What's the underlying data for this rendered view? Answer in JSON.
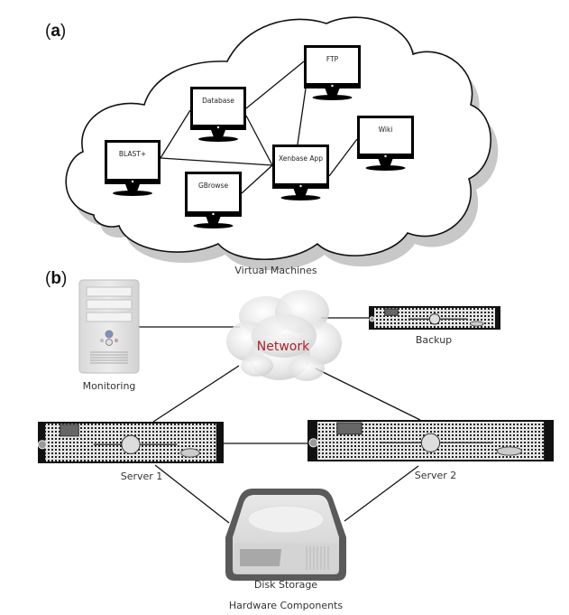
{
  "panels": {
    "a": {
      "label_open": "(",
      "label_letter": "a",
      "label_close": ")",
      "caption": "Virtual Machines",
      "virtual_machines": [
        {
          "id": "database",
          "label": "Database"
        },
        {
          "id": "ftp",
          "label": "FTP"
        },
        {
          "id": "blast",
          "label": "BLAST+"
        },
        {
          "id": "wiki",
          "label": "Wiki"
        },
        {
          "id": "xenbase",
          "label": "Xenbase App"
        },
        {
          "id": "gbrowse",
          "label": "GBrowse"
        }
      ],
      "connections": [
        [
          "blast",
          "database"
        ],
        [
          "blast",
          "xenbase"
        ],
        [
          "database",
          "ftp"
        ],
        [
          "database",
          "xenbase"
        ],
        [
          "ftp",
          "xenbase"
        ],
        [
          "gbrowse",
          "xenbase"
        ],
        [
          "wiki",
          "xenbase"
        ]
      ]
    },
    "b": {
      "label_open": "(",
      "label_letter": "b",
      "label_close": ")",
      "caption": "Hardware Components",
      "network_label": "Network",
      "components": [
        {
          "id": "monitoring",
          "label": "Monitoring",
          "icon": "tower-server-icon"
        },
        {
          "id": "backup",
          "label": "Backup",
          "icon": "rack-server-icon"
        },
        {
          "id": "server1",
          "label": "Server 1",
          "icon": "rack-server-icon"
        },
        {
          "id": "server2",
          "label": "Server 2",
          "icon": "rack-server-icon"
        },
        {
          "id": "disk",
          "label": "Disk Storage",
          "icon": "hard-drive-icon"
        }
      ],
      "connections": [
        [
          "monitoring",
          "network"
        ],
        [
          "network",
          "backup"
        ],
        [
          "network",
          "server1"
        ],
        [
          "network",
          "server2"
        ],
        [
          "server1",
          "server2"
        ],
        [
          "server1",
          "disk"
        ],
        [
          "server2",
          "disk"
        ]
      ]
    }
  },
  "colors": {
    "network_text": "#a8242c",
    "monitor_frame": "#000000",
    "cloud_shadow": "#c8c8c8"
  }
}
